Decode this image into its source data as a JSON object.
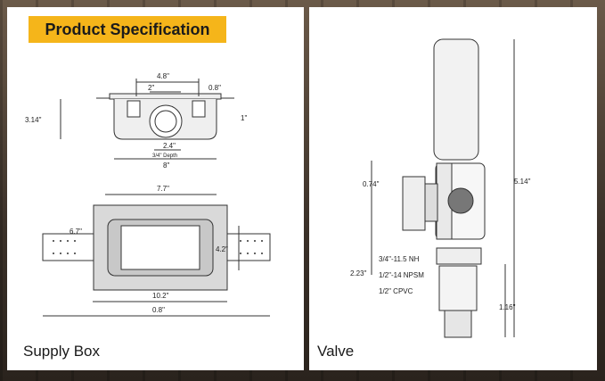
{
  "header": {
    "badge": "Product Specification"
  },
  "supply_box": {
    "caption": "Supply Box",
    "top_view": {
      "width_a": "4.8\"",
      "gap": "2\"",
      "flange": "0.8\"",
      "height": "3.14\"",
      "offset": "1\"",
      "spacing": "2.4\"",
      "depth": "3/4\" Depth",
      "width_b": "8\""
    },
    "front_view": {
      "inner_width": "7.7\"",
      "height": "6.7\"",
      "opening": "4.2\"",
      "outer_width": "10.2\"",
      "total": "0.8\""
    }
  },
  "valve": {
    "caption": "Valve",
    "total_height": "5.14\"",
    "outlet": "0.74\"",
    "thread": "3/4\"-11.5 NH",
    "height": "2.23\"",
    "npsm": "1/2\"-14 NPSM",
    "cpvc": "1/2\" CPVC",
    "pipe": "1.16\""
  }
}
